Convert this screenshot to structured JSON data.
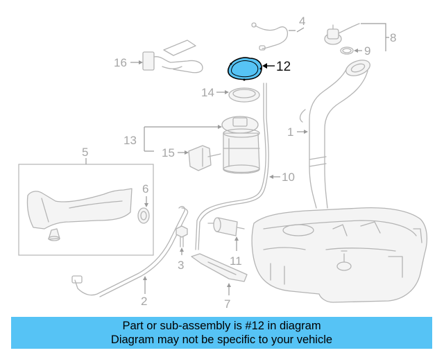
{
  "diagram": {
    "highlight_color": "#56c3f5",
    "highlighted_part": "12",
    "callouts": {
      "c1": "1",
      "c2": "2",
      "c3": "3",
      "c4": "4",
      "c5": "5",
      "c6": "6",
      "c7": "7",
      "c8": "8",
      "c9": "9",
      "c10": "10",
      "c11": "11",
      "c12": "12",
      "c13": "13",
      "c14": "14",
      "c15": "15",
      "c16": "16"
    }
  },
  "banner": {
    "line1": "Part or sub-assembly is #12 in diagram",
    "line2": "Diagram may not be specific to your vehicle",
    "background": "#56c3f5"
  }
}
